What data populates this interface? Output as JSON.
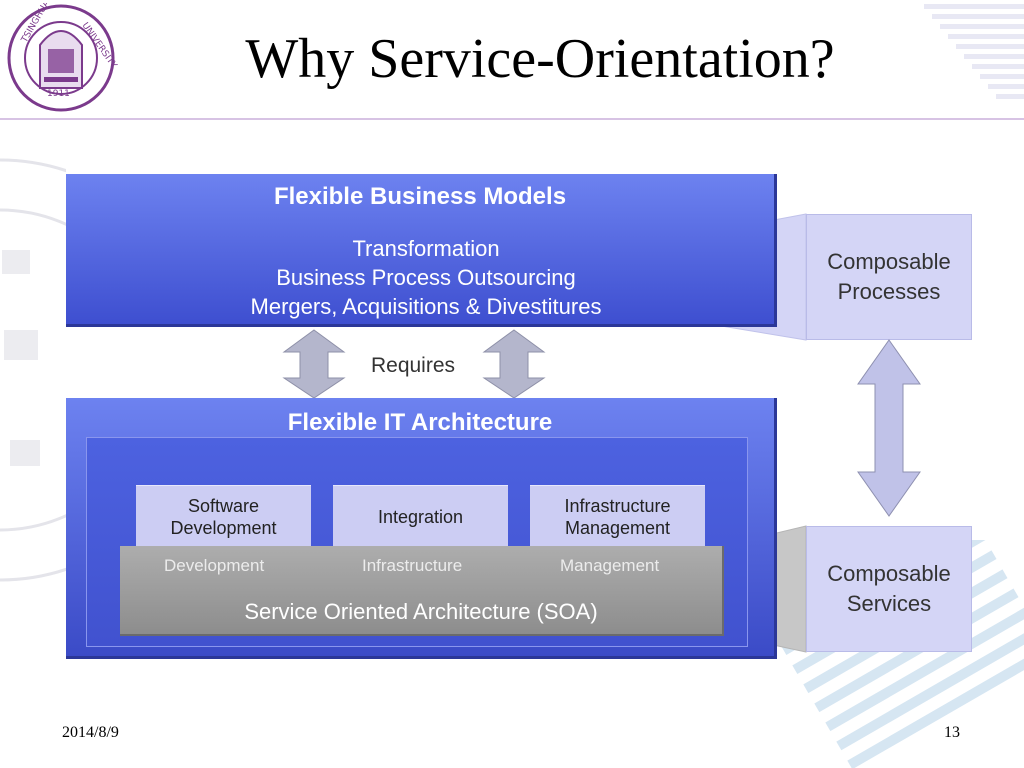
{
  "slide": {
    "title": "Why Service-Orientation?",
    "logo_icon": "tsinghua-university-seal-icon"
  },
  "diagram": {
    "business": {
      "title": "Flexible Business Models",
      "lines": [
        "Transformation",
        "Business Process Outsourcing",
        "Mergers, Acquisitions & Divestitures"
      ]
    },
    "requires_label": "Requires",
    "it": {
      "title": "Flexible IT Architecture",
      "capabilities": [
        "Software\nDevelopment",
        "Integration",
        "Infrastructure\nManagement"
      ],
      "soa": {
        "sub_labels": [
          "Development",
          "Infrastructure",
          "Management"
        ],
        "label": "Service Oriented Architecture (SOA)"
      }
    },
    "composable_processes": "Composable\nProcesses",
    "composable_services": "Composable\nServices"
  },
  "footer": {
    "date": "2014/8/9",
    "page_number": "13"
  },
  "colors": {
    "box_blue": "#4a5be0",
    "box_blue_light": "#6d82f0",
    "lavender": "#d4d5f6",
    "soa_gray": "#9e9e9e",
    "arrow_gray": "#b4b4c8",
    "purple_accent": "#7b3a8c"
  }
}
